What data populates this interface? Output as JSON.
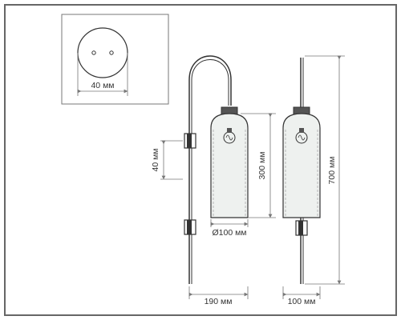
{
  "labels": {
    "mount_width": "40 мм",
    "bracket_spacing": "40 мм",
    "shade_height": "300 мм",
    "shade_diameter": "Ø100 мм",
    "total_width": "190 мм",
    "side_width": "100 мм",
    "total_height": "700 мм"
  },
  "colors": {
    "line": "#333333",
    "frame": "#666666",
    "dimension": "#777777",
    "glass": "#c9cfcc",
    "metal": "#555555"
  }
}
